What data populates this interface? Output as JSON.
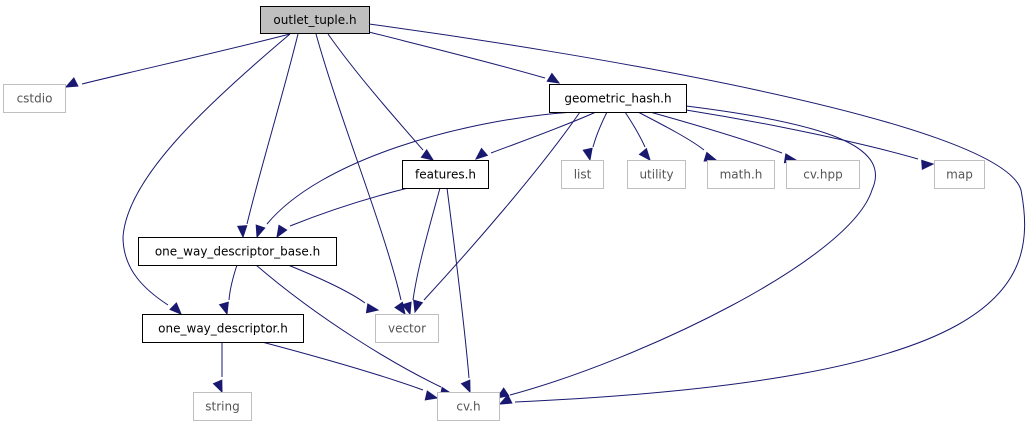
{
  "graph": {
    "nodes": {
      "outlet_tuple": {
        "label": "outlet_tuple.h",
        "style": "root"
      },
      "cstdio": {
        "label": "cstdio",
        "style": "external"
      },
      "geometric_hash": {
        "label": "geometric_hash.h",
        "style": "local"
      },
      "features": {
        "label": "features.h",
        "style": "local"
      },
      "one_way_descriptor_base": {
        "label": "one_way_descriptor_base.h",
        "style": "local"
      },
      "one_way_descriptor": {
        "label": "one_way_descriptor.h",
        "style": "local"
      },
      "vector": {
        "label": "vector",
        "style": "external"
      },
      "string": {
        "label": "string",
        "style": "external"
      },
      "cv_h": {
        "label": "cv.h",
        "style": "external"
      },
      "list": {
        "label": "list",
        "style": "external"
      },
      "utility": {
        "label": "utility",
        "style": "external"
      },
      "math_h": {
        "label": "math.h",
        "style": "external"
      },
      "cv_hpp": {
        "label": "cv.hpp",
        "style": "external"
      },
      "map": {
        "label": "map",
        "style": "external"
      }
    },
    "edges": [
      [
        "outlet_tuple",
        "cstdio"
      ],
      [
        "outlet_tuple",
        "geometric_hash"
      ],
      [
        "outlet_tuple",
        "features"
      ],
      [
        "outlet_tuple",
        "one_way_descriptor_base"
      ],
      [
        "outlet_tuple",
        "one_way_descriptor"
      ],
      [
        "outlet_tuple",
        "vector"
      ],
      [
        "outlet_tuple",
        "cv_h"
      ],
      [
        "geometric_hash",
        "features"
      ],
      [
        "geometric_hash",
        "one_way_descriptor_base"
      ],
      [
        "geometric_hash",
        "vector"
      ],
      [
        "geometric_hash",
        "cv_h"
      ],
      [
        "geometric_hash",
        "list"
      ],
      [
        "geometric_hash",
        "utility"
      ],
      [
        "geometric_hash",
        "math_h"
      ],
      [
        "geometric_hash",
        "cv_hpp"
      ],
      [
        "geometric_hash",
        "map"
      ],
      [
        "features",
        "one_way_descriptor_base"
      ],
      [
        "features",
        "vector"
      ],
      [
        "features",
        "cv_h"
      ],
      [
        "one_way_descriptor_base",
        "one_way_descriptor"
      ],
      [
        "one_way_descriptor_base",
        "vector"
      ],
      [
        "one_way_descriptor_base",
        "cv_h"
      ],
      [
        "one_way_descriptor",
        "string"
      ],
      [
        "one_way_descriptor",
        "cv_h"
      ]
    ],
    "colors": {
      "edge": "#191970",
      "root_fill": "#bfbfbf",
      "local_border": "#000000",
      "external_border": "#bfbfbf",
      "external_text": "#555555",
      "text": "#000000"
    }
  }
}
